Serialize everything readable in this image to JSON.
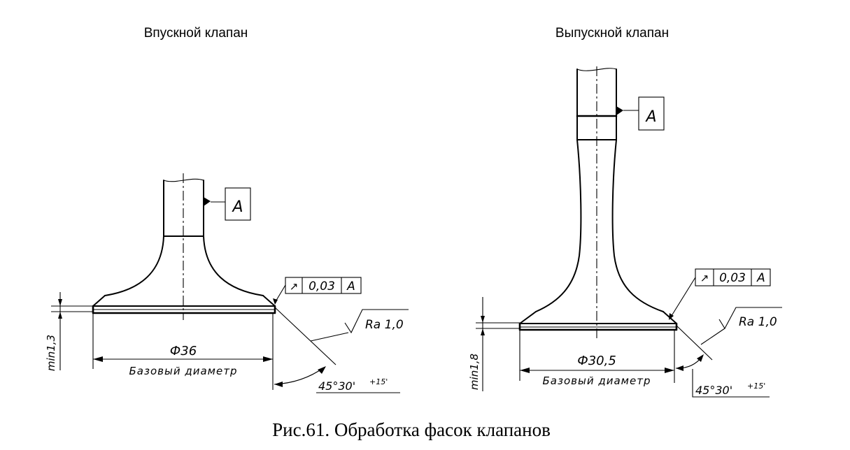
{
  "figure": {
    "caption": "Рис.61. Обработка фасок клапанов"
  },
  "intake": {
    "title": "Впускной клапан",
    "datum_label": "A",
    "runout_symbol": "↗",
    "runout_tolerance": "0,03",
    "runout_datum": "A",
    "roughness": "Ra 1,0",
    "diameter": "Ф36",
    "base_diameter_label": "Базовый диаметр",
    "chamfer_min": "min1,3",
    "angle": "45°30'",
    "angle_tolerance": "+15'"
  },
  "exhaust": {
    "title": "Выпускной клапан",
    "datum_label": "A",
    "runout_symbol": "↗",
    "runout_tolerance": "0,03",
    "runout_datum": "A",
    "roughness": "Ra 1,0",
    "diameter": "Ф30,5",
    "base_diameter_label": "Базовый диаметр",
    "chamfer_min": "min1,8",
    "angle": "45°30'",
    "angle_tolerance": "+15'"
  }
}
